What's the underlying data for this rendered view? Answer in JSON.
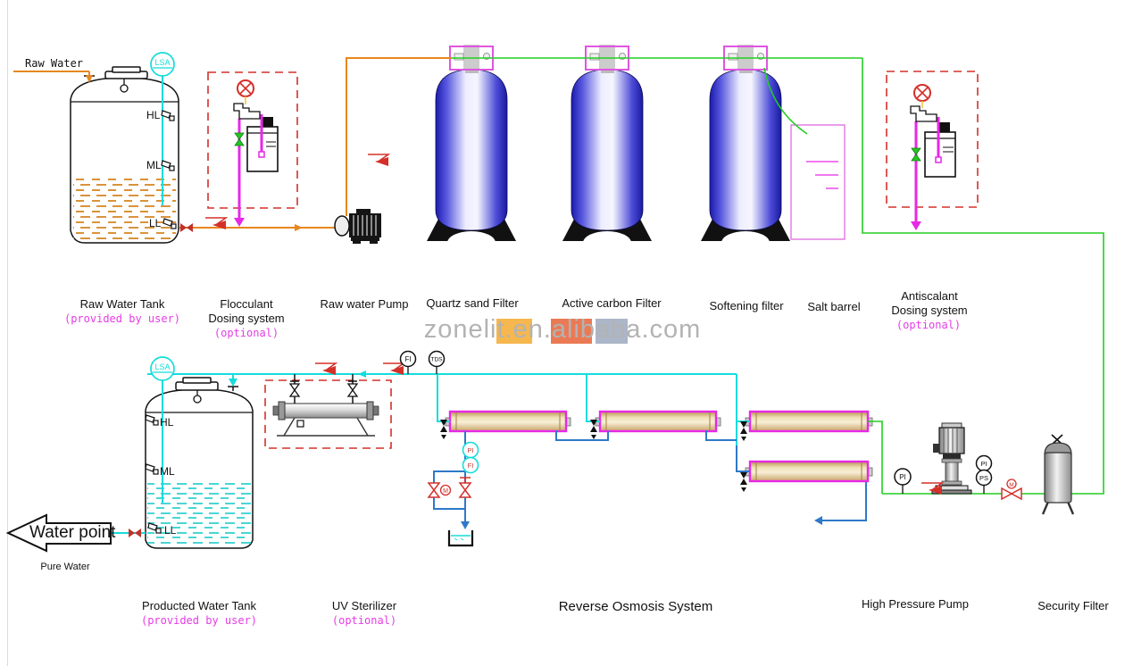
{
  "diagram": {
    "watermark": "zonelit.en.alibaba.com",
    "labels": {
      "raw_water": "Raw Water",
      "water_point": "Water point",
      "pure_water": "Pure Water",
      "raw_water_tank": "Raw Water Tank",
      "provided_by_user": "(provided by user)",
      "flocculant": "Flocculant",
      "dosing_system": "Dosing system",
      "optional": "(optional)",
      "raw_water_pump": "Raw water Pump",
      "quartz_sand_filter": "Quartz sand Filter",
      "active_carbon_filter": "Active carbon Filter",
      "softening_filter": "Softening filter",
      "salt_barrel": "Salt barrel",
      "antiscalant": "Antiscalant",
      "producted_water_tank": "Producted Water Tank",
      "uv_sterilizer": "UV Sterilizer",
      "reverse_osmosis_system": "Reverse Osmosis System",
      "high_pressure_pump": "High Pressure Pump",
      "security_filter": "Security Filter"
    },
    "instruments": {
      "lsa": "LSA",
      "hl": "HL",
      "ml": "ML",
      "ll": "LL",
      "fi": "FI",
      "tds": "TDS",
      "pi": "PI",
      "ps": "PS",
      "m": "M"
    },
    "colors": {
      "raw_pipe_orange": "#E8871E",
      "treated_pipe_green": "#22CD22",
      "permeate_pipe_cyan": "#15DCDC",
      "concentrate_pipe_blue": "#2E79C8",
      "dosing_pipe_magenta": "#E728E7",
      "alert_red": "#D4302A",
      "vessel_blue": "#2020A8",
      "membrane_tan": "#E6D2A0"
    }
  }
}
